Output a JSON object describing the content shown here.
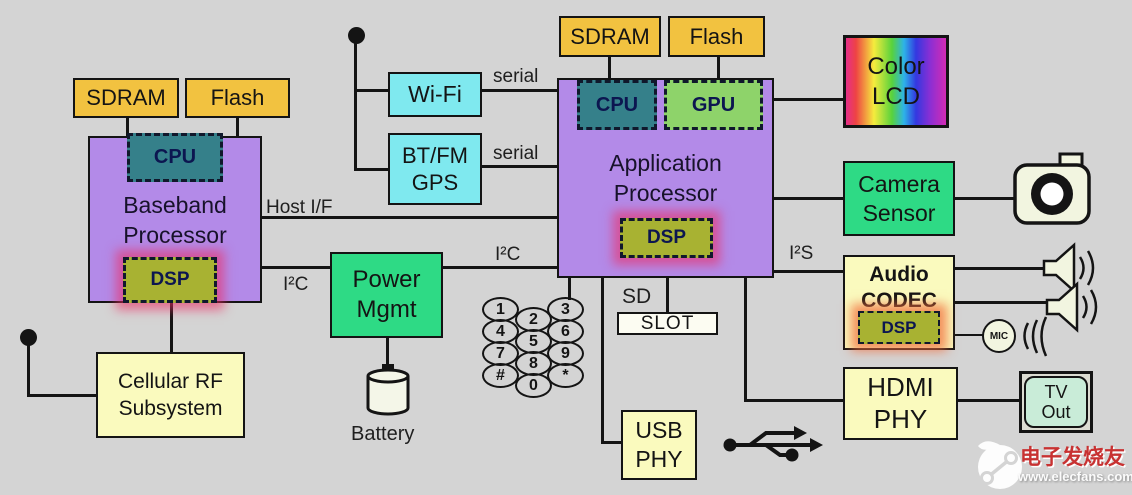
{
  "watermark": {
    "brand": "电子发烧友",
    "url": "www.elecfans.com"
  },
  "labels": {
    "host_if": "Host I/F",
    "i2c_left": "I²C",
    "i2c_right": "I²C",
    "i2s": "I²S",
    "serial_wifi": "serial",
    "serial_btfm": "serial",
    "sd": "SD",
    "battery": "Battery"
  },
  "blocks": {
    "sdram_baseband": "SDRAM",
    "flash_baseband": "Flash",
    "baseband": "Baseband\nProcessor",
    "baseband_cpu": "CPU",
    "baseband_dsp": "DSP",
    "cellular_rf": "Cellular RF\nSubsystem",
    "wifi": "Wi-Fi",
    "bt_fm_gps": "BT/FM\nGPS",
    "power_mgmt": "Power\nMgmt",
    "sdram_app": "SDRAM",
    "flash_app": "Flash",
    "app_processor": "Application\nProcessor",
    "app_cpu": "CPU",
    "app_gpu": "GPU",
    "app_dsp": "DSP",
    "color_lcd": "Color\nLCD",
    "camera_sensor": "Camera\nSensor",
    "audio_codec": "Audio\nCODEC",
    "audio_dsp": "DSP",
    "hdmi_phy": "HDMI\nPHY",
    "tv_out": "TV\nOut",
    "usb_phy": "USB\nPHY",
    "sd_slot": "SLOT",
    "mic": "MIC"
  },
  "keypad": [
    "1",
    "2",
    "3",
    "4",
    "5",
    "6",
    "7",
    "8",
    "9",
    "#",
    "0",
    "*"
  ],
  "colors": {
    "background": "#d4d4d4",
    "memory_gold": "#f2c240",
    "processor_purple": "#b38ae8",
    "cpu_teal": "#35808a",
    "gpu_green": "#8ed36a",
    "dsp_olive": "#a8b232",
    "radio_cyan": "#7fe9ef",
    "power_green": "#2eda85",
    "phy_pale_yellow": "#fafabe",
    "tv_mint": "#c9ecd8",
    "dsp_glow_pink": "#ee3264",
    "dsp_glow_orange": "#f06432",
    "brand_red": "#c83232",
    "line_black": "#141414"
  }
}
